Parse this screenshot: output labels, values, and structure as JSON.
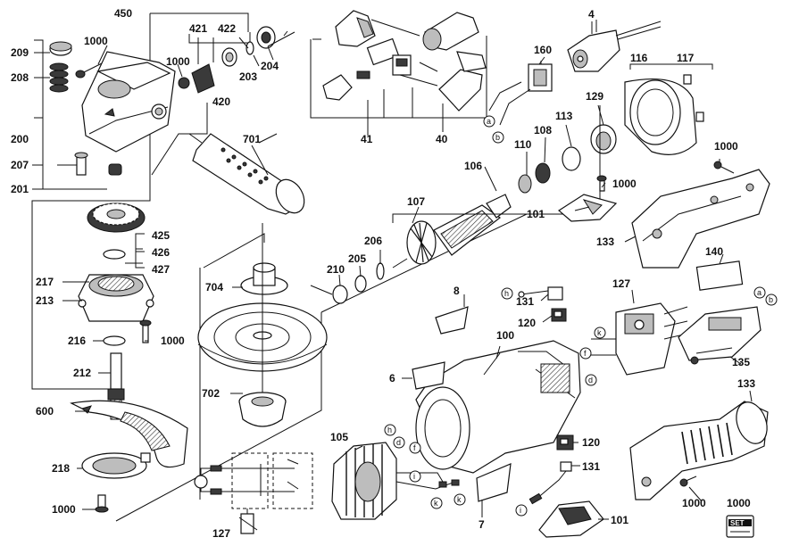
{
  "labels": {
    "l450": "450",
    "l421": "421",
    "l422": "422",
    "l1000_top": "1000",
    "l209": "209",
    "l208": "208",
    "l1000_b": "1000",
    "l204": "204",
    "l203": "203",
    "l420": "420",
    "l200": "200",
    "l207": "207",
    "l201": "201",
    "l701": "701",
    "l425": "425",
    "l426": "426",
    "l427": "427",
    "l217": "217",
    "l213": "213",
    "l216": "216",
    "l1000_c": "1000",
    "l212": "212",
    "l600": "600",
    "l218": "218",
    "l1000_d": "1000",
    "l704": "704",
    "l702": "702",
    "l127_bot": "127",
    "l41": "41",
    "l40": "40",
    "l4": "4",
    "l160": "160",
    "l116": "116",
    "l117": "117",
    "l129": "129",
    "l110": "110",
    "l108": "108",
    "l113": "113",
    "l106": "106",
    "l107": "107",
    "l206": "206",
    "l205": "205",
    "l210": "210",
    "l1000_e": "1000",
    "l101_top": "101",
    "l1000_f": "1000",
    "l133_top": "133",
    "l8": "8",
    "l131_top": "131",
    "l120_top": "120",
    "l127_right": "127",
    "l140": "140",
    "l135": "135",
    "l100": "100",
    "l6": "6",
    "l105": "105",
    "l7": "7",
    "l120_bot": "120",
    "l131_bot": "131",
    "l101_bot": "101",
    "l133_bot": "133",
    "l1000_g": "1000",
    "l1000_set": "1000",
    "set_badge": "SET"
  },
  "bubbles": {
    "a1": "a",
    "b1": "b",
    "a2": "a",
    "b2": "b",
    "h1": "h",
    "k1": "k",
    "f1": "f",
    "d1": "d",
    "h2": "h",
    "d2": "d",
    "f2": "f",
    "i1": "i",
    "k2": "k",
    "k3": "k",
    "i2": "i"
  }
}
